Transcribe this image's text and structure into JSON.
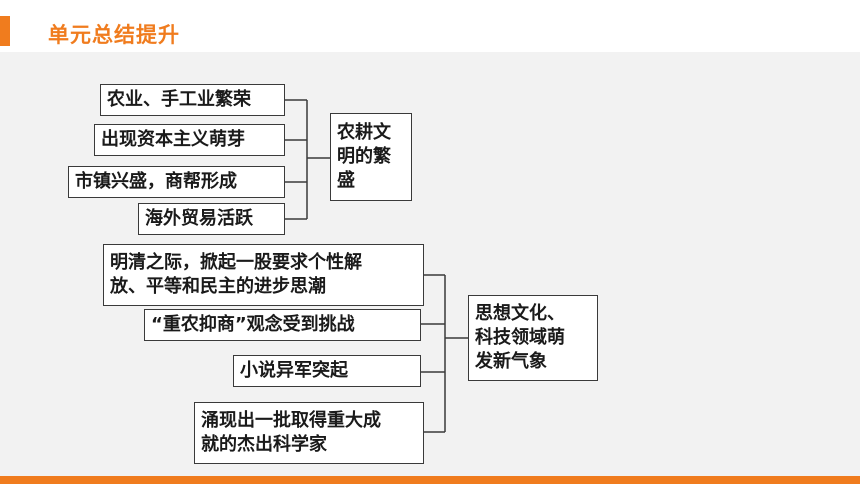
{
  "header": {
    "title": "单元总结提升"
  },
  "colors": {
    "accent": "#f07c1e",
    "background": "#f2f2f2",
    "box_border": "#3a3a3a"
  },
  "group1": {
    "items": [
      "农业、手工业繁荣",
      "出现资本主义萌芽",
      "市镇兴盛，商帮形成",
      "海外贸易活跃"
    ],
    "summary": "农耕文\n明的繁\n盛"
  },
  "group2": {
    "items": [
      "明清之际，掀起一股要求个性解\n放、平等和民主的进步思潮",
      "“重农抑商”观念受到挑战",
      "小说异军突起",
      "涌现出一批取得重大成\n就的杰出科学家"
    ],
    "summary": "思想文化、\n科技领域萌\n发新气象"
  }
}
